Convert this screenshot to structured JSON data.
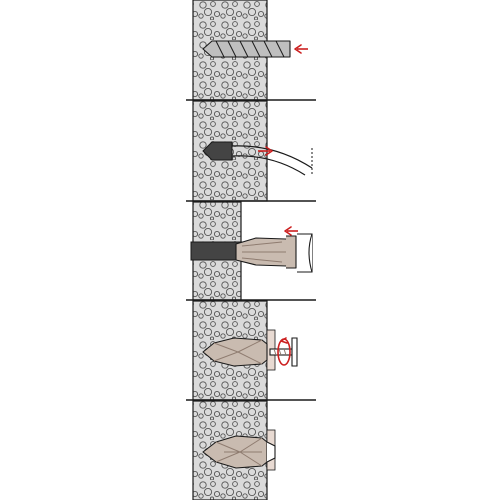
{
  "diagram": {
    "kind": "installation-steps",
    "material": "aerated-concrete",
    "steps": [
      {
        "step": 1,
        "action": "drill-hole",
        "tool": "drill-bit",
        "icon": "drill-bit-icon",
        "arrow": "left"
      },
      {
        "step": 2,
        "action": "clean-hole",
        "tool": "blow-out-pump",
        "icon": "blow-pump-icon",
        "arrow": "right"
      },
      {
        "step": 3,
        "action": "insert-anchor",
        "tool": "setting-tool",
        "icon": "anchor-plug-icon",
        "arrow": "left"
      },
      {
        "step": 4,
        "action": "drive-screw",
        "tool": "screw",
        "icon": "screw-icon",
        "arrow": "rotate"
      },
      {
        "step": 5,
        "action": "anchor-installed",
        "tool": "none",
        "icon": "installed-anchor-icon",
        "arrow": "none"
      }
    ],
    "colors": {
      "wall_fill": "#dadada",
      "pore_stroke": "#555555",
      "line": "#1a1a1a",
      "arrow_red": "#cc1f1f",
      "plug_fill": "#c9bbb0",
      "plug_dark": "#8f7c70",
      "hole_fill": "#444444",
      "drill_fill": "#bfbfbf",
      "plate_fill": "#e8dad2"
    }
  }
}
